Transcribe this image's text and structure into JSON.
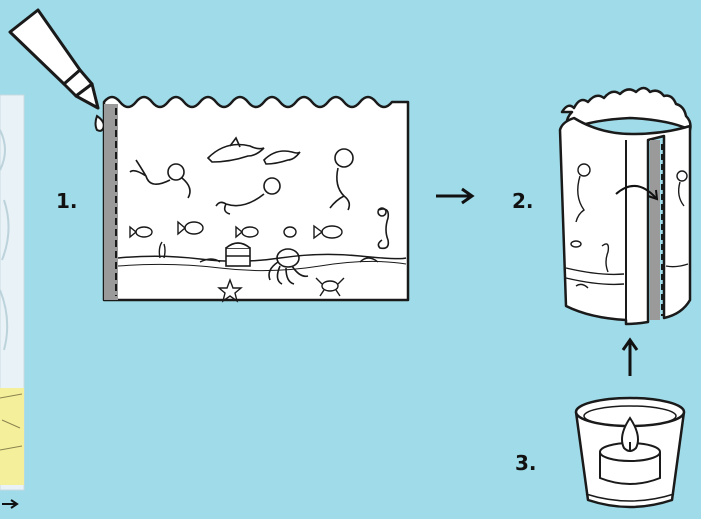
{
  "steps": [
    {
      "number": "1."
    },
    {
      "number": "2."
    },
    {
      "number": "3."
    }
  ],
  "colors": {
    "background": "#9fdbe8",
    "paper": "#ffffff",
    "outline": "#1a1a1a",
    "glue_strip": "#9a9a9a",
    "sand": "#f4ef9a",
    "flame": "#ffffff"
  },
  "icons": [
    "glue-tube-icon",
    "arrow-right-icon",
    "arrow-up-icon",
    "tealight-glass-icon",
    "mermaid-icon",
    "dolphin-icon",
    "fish-icon",
    "seahorse-icon",
    "octopus-icon",
    "treasure-chest-icon",
    "starfish-icon",
    "crab-icon"
  ]
}
